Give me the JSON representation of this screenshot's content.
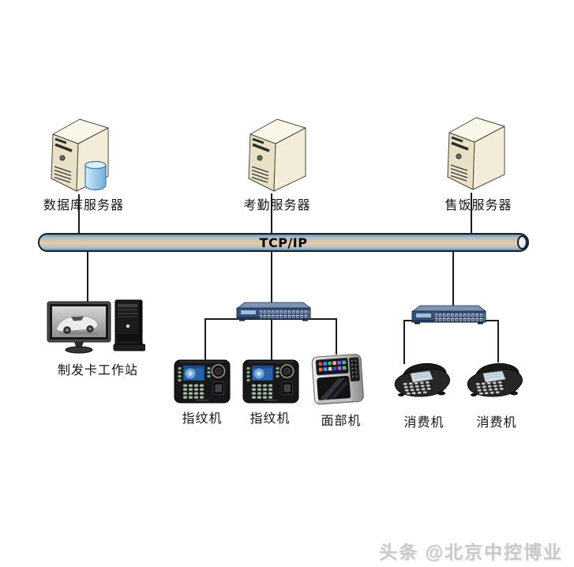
{
  "diagram": {
    "bus": {
      "label": "TCP/IP"
    },
    "servers": [
      {
        "label": "数据库服务器",
        "icon": "server-tower-with-database-icon"
      },
      {
        "label": "考勤服务器",
        "icon": "server-tower-icon"
      },
      {
        "label": "售饭服务器",
        "icon": "server-tower-icon"
      }
    ],
    "workstation": {
      "label": "制发卡工作站",
      "icon": "desktop-pc-icon"
    },
    "switches": [
      {
        "icon": "ethernet-switch-icon"
      },
      {
        "icon": "ethernet-switch-icon"
      }
    ],
    "terminals": [
      {
        "label": "指纹机",
        "icon": "fingerprint-terminal-icon"
      },
      {
        "label": "指纹机",
        "icon": "fingerprint-terminal-icon"
      },
      {
        "label": "面部机",
        "icon": "face-terminal-icon"
      },
      {
        "label": "消费机",
        "icon": "pos-terminal-icon"
      },
      {
        "label": "消费机",
        "icon": "pos-terminal-icon"
      }
    ],
    "watermark": {
      "label": "头条 @北京中控博业"
    },
    "colors": {
      "line": "#1a1a1a",
      "bus_edge": "#67839a",
      "bus_middle": "#e9cfa9",
      "bus_border": "#15222d",
      "switch_body": "#35507a",
      "server_body": "#f2ecd8",
      "watermark": "#c9c9c9"
    }
  }
}
